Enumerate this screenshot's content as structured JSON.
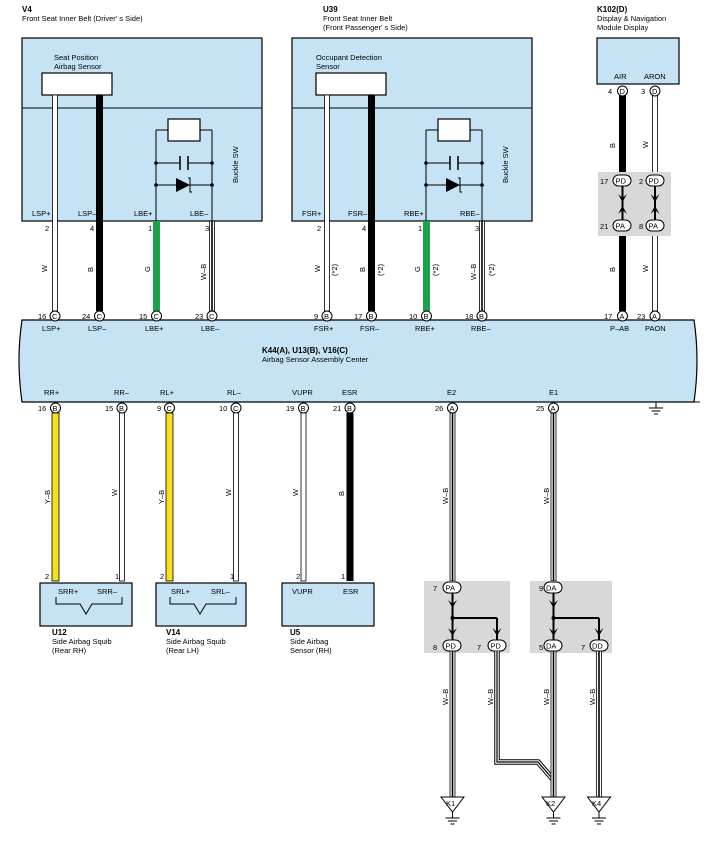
{
  "components": {
    "v4": {
      "code": "V4",
      "name": "Front Seat Inner Belt (Driver' s Side)",
      "sensor": "Seat Position\nAirbag Sensor",
      "switch": "Buckle SW",
      "pins": [
        {
          "name": "LSP+",
          "num": "2"
        },
        {
          "name": "LSP–",
          "num": "4"
        },
        {
          "name": "LBE+",
          "num": "1"
        },
        {
          "name": "LBE–",
          "num": "3"
        }
      ]
    },
    "u39": {
      "code": "U39",
      "name1": "Front Seat Inner Belt",
      "name2": "(Front Passenger' s Side)",
      "sensor": "Occupant Detection\nSensor",
      "switch": "Buckle SW",
      "pins": [
        {
          "name": "FSR+",
          "num": "2"
        },
        {
          "name": "FSR–",
          "num": "4"
        },
        {
          "name": "RBE+",
          "num": "1"
        },
        {
          "name": "RBE–",
          "num": "3"
        }
      ]
    },
    "k102": {
      "code": "K102(D)",
      "name1": "Display & Navigation",
      "name2": "Module Display",
      "pins": [
        {
          "name": "AIR",
          "num": "4",
          "conn": "D"
        },
        {
          "name": "ARON",
          "num": "3",
          "conn": "D"
        }
      ]
    },
    "center": {
      "code": "K44(A), U13(B), V16(C)",
      "name": "Airbag Sensor Assembly Center",
      "top_pins": [
        {
          "name": "LSP+",
          "num": "16",
          "conn": "C"
        },
        {
          "name": "LSP–",
          "num": "24",
          "conn": "C"
        },
        {
          "name": "LBE+",
          "num": "15",
          "conn": "C"
        },
        {
          "name": "LBE–",
          "num": "23",
          "conn": "C"
        },
        {
          "name": "FSR+",
          "num": "9",
          "conn": "B"
        },
        {
          "name": "FSR–",
          "num": "17",
          "conn": "B"
        },
        {
          "name": "RBE+",
          "num": "10",
          "conn": "B"
        },
        {
          "name": "RBE–",
          "num": "18",
          "conn": "B"
        },
        {
          "name": "P–AB",
          "num": "17",
          "conn": "A"
        },
        {
          "name": "PAON",
          "num": "23",
          "conn": "A"
        }
      ],
      "bottom_pins": [
        {
          "name": "RR+",
          "num": "16",
          "conn": "B"
        },
        {
          "name": "RR–",
          "num": "15",
          "conn": "B"
        },
        {
          "name": "RL+",
          "num": "9",
          "conn": "C"
        },
        {
          "name": "RL–",
          "num": "10",
          "conn": "C"
        },
        {
          "name": "VUPR",
          "num": "19",
          "conn": "B"
        },
        {
          "name": "ESR",
          "num": "21",
          "conn": "B"
        },
        {
          "name": "E2",
          "num": "26",
          "conn": "A"
        },
        {
          "name": "E1",
          "num": "25",
          "conn": "A"
        }
      ]
    },
    "u12": {
      "code": "U12",
      "name1": "Side Airbag Squib",
      "name2": "(Rear RH)",
      "pins": [
        {
          "name": "SRR+",
          "num": "2"
        },
        {
          "name": "SRR–",
          "num": "1"
        }
      ]
    },
    "v14": {
      "code": "V14",
      "name1": "Side Airbag Squib",
      "name2": "(Rear LH)",
      "pins": [
        {
          "name": "SRL+",
          "num": "2"
        },
        {
          "name": "SRL–",
          "num": "1"
        }
      ]
    },
    "u5": {
      "code": "U5",
      "name1": "Side Airbag",
      "name2": "Sensor (RH)",
      "pins": [
        {
          "name": "VUPR",
          "num": "2"
        },
        {
          "name": "ESR",
          "num": "1"
        }
      ]
    }
  },
  "wire_colors": {
    "lsp_pos": "W",
    "lsp_neg": "B",
    "lbe_pos": "G",
    "lbe_neg": "W–B",
    "fsr_pos": "W",
    "fsr_neg": "B",
    "rbe_pos": "G",
    "rbe_neg": "W–B",
    "air_top": "B",
    "aron_top": "W",
    "air_bot": "B",
    "aron_bot": "W",
    "rr_pos": "Y–B",
    "rr_neg": "W",
    "rl_pos": "Y–B",
    "rl_neg": "W",
    "vupr": "W",
    "esr": "B",
    "e2": "W–B",
    "e1": "W–B",
    "k1": "W–B",
    "pd7": "W–B",
    "k2": "W–B",
    "k4": "W–B"
  },
  "note_marks": {
    "fsr_pos": "(*2)",
    "fsr_neg": "(*2)",
    "rbe_pos": "(*2)",
    "rbe_neg": "(*2)"
  },
  "splices": {
    "k102_in": [
      {
        "num": "17",
        "conn": "PD"
      },
      {
        "num": "2",
        "conn": "PD"
      }
    ],
    "k102_out": [
      {
        "num": "21",
        "conn": "PA"
      },
      {
        "num": "8",
        "conn": "PA"
      }
    ],
    "e2_in": {
      "num": "7",
      "conn": "PA"
    },
    "e2_out": [
      {
        "num": "8",
        "conn": "PD"
      },
      {
        "num": "7",
        "conn": "PD"
      }
    ],
    "e1_in": {
      "num": "9",
      "conn": "DA"
    },
    "e1_out": [
      {
        "num": "5",
        "conn": "DA"
      },
      {
        "num": "7",
        "conn": "DD"
      }
    ]
  },
  "grounds": [
    "K1",
    "K2",
    "K4"
  ],
  "colors": {
    "component_fill": "#c5e3f4",
    "green_wire": "#1aa34a",
    "yellow_wire": "#f5e01a",
    "black_wire": "#000000"
  }
}
